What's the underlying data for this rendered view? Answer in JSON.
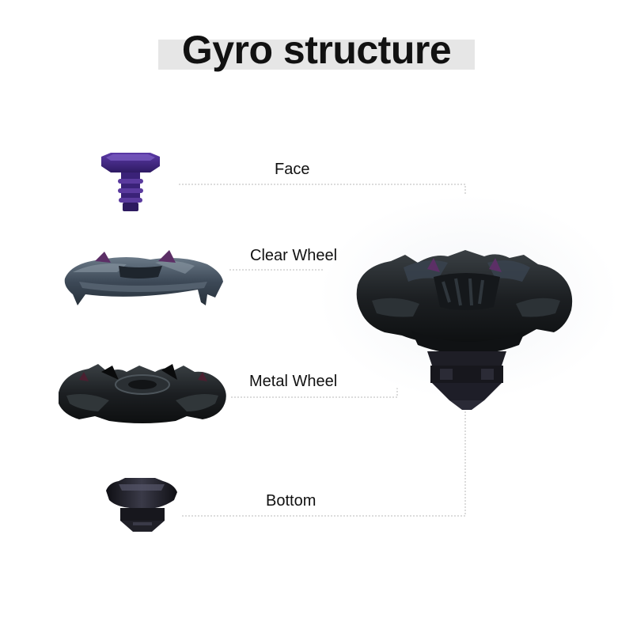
{
  "title": "Gyro structure",
  "labels": {
    "face": "Face",
    "clear_wheel": "Clear Wheel",
    "metal_wheel": "Metal Wheel",
    "bottom": "Bottom"
  },
  "colors": {
    "title_band": "#e6e6e6",
    "leader_line": "#b8b8b8",
    "face_part": "#4a2a8a",
    "clear_wheel_part": "#3e4a58",
    "metal_wheel_part": "#1c1f22",
    "bottom_part": "#1a1a22"
  },
  "icons": {
    "face": "face-part-image",
    "clear_wheel": "clear-wheel-part-image",
    "metal_wheel": "metal-wheel-part-image",
    "bottom": "bottom-part-image",
    "assembled": "assembled-gyro-image"
  }
}
